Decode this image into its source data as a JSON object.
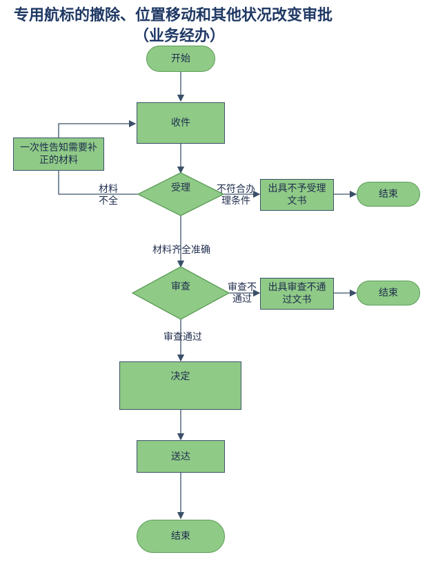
{
  "title": {
    "line1": "专用航标的撤除、位置移动和其他状况改变审批",
    "line2": "（业务经办）"
  },
  "nodes": {
    "start": "开始",
    "receive": "收件",
    "notify": "一次性告知需要补正的材料",
    "accept": "受理",
    "reject_doc": "出具不予受理文书",
    "end1": "结束",
    "review": "审查",
    "fail_doc": "出具审查不通过文书",
    "end2": "结束",
    "decide": "决定",
    "deliver": "送达",
    "end3": "结束"
  },
  "edge_labels": {
    "incomplete": "材料不全",
    "not_qualified": "不符合办理条件",
    "complete": "材料齐全准确",
    "review_fail": "审查不通过",
    "review_pass": "审查通过"
  },
  "colors": {
    "node_fill": "#8fca87",
    "line": "#3a5068",
    "title": "#1f3864"
  }
}
